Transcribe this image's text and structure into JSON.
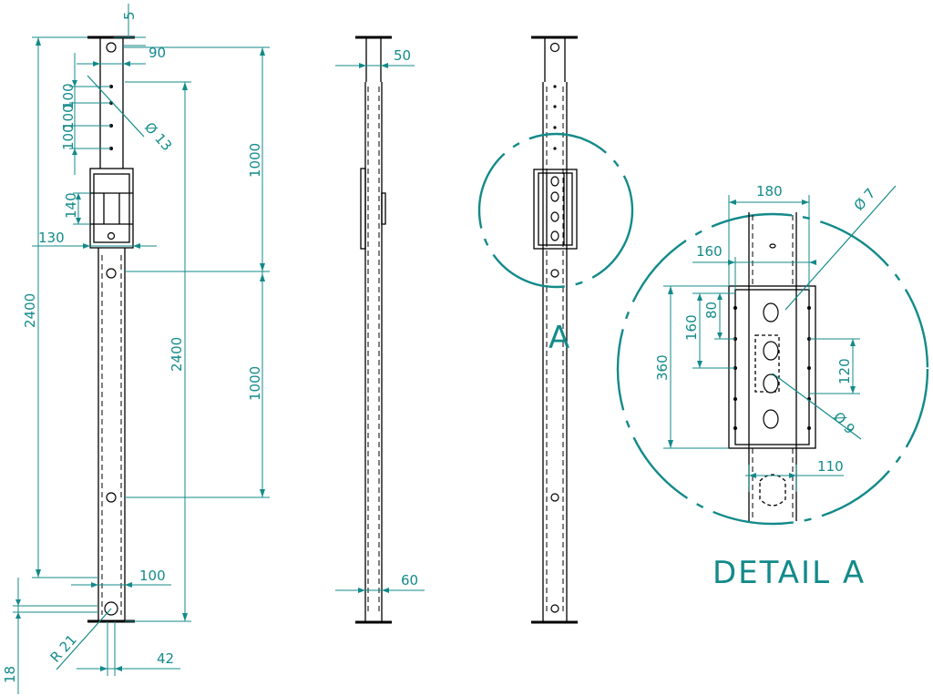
{
  "dims": {
    "d5": "5",
    "d90": "90",
    "d2400_outer": "2400",
    "d2400_inner": "2400",
    "d1000_top": "1000",
    "d1000_mid": "1000",
    "d100_a": "100",
    "d100_b": "100",
    "d100_c": "100",
    "d100_d": "100",
    "d_phi13": "Ø 13",
    "d140": "140",
    "d130": "130",
    "d100_bottom": "100",
    "d_r21": "R 21",
    "d42": "42",
    "d18": "18",
    "d50": "50",
    "d60": "60"
  },
  "detail": {
    "label_a": "A",
    "title": "DETAIL A",
    "d180": "180",
    "d160_top": "160",
    "d_phi7": "Ø 7",
    "d80": "80",
    "d160_side": "160",
    "d360": "360",
    "d120": "120",
    "d_phi9": "Ø 9",
    "d110": "110"
  }
}
